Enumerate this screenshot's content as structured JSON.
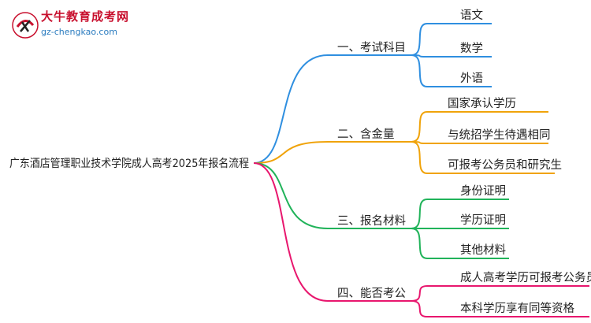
{
  "logo": {
    "name": "大牛教育成考网",
    "url": "gz-chengkao.com",
    "glyph": "大牛"
  },
  "root": {
    "label": "广东酒店管理职业技术学院成人高考2025年报名流程"
  },
  "branches": [
    {
      "label": "一、考试科目",
      "color": "#2f8fe0",
      "children": [
        "语文",
        "数学",
        "外语"
      ]
    },
    {
      "label": "二、含金量",
      "color": "#f0a30a",
      "children": [
        "国家承认学历",
        "与统招学生待遇相同",
        "可报考公务员和研究生"
      ]
    },
    {
      "label": "三、报名材料",
      "color": "#21b35a",
      "children": [
        "身份证明",
        "学历证明",
        "其他材料"
      ]
    },
    {
      "label": "四、能否考公",
      "color": "#e8176e",
      "children": [
        "成人高考学历可报考公务员",
        "本科学历享有同等资格"
      ]
    }
  ]
}
